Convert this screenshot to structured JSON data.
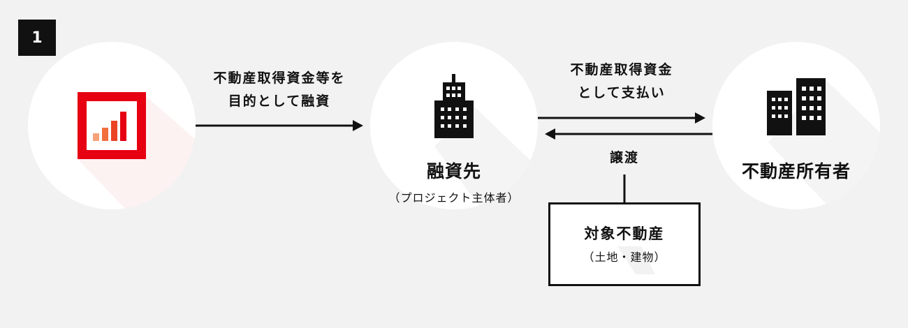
{
  "step": {
    "number": "1"
  },
  "nodes": {
    "lender": {
      "icon": "ranking-bars-logo-icon"
    },
    "borrower": {
      "label": "融資先",
      "sub": "（プロジェクト主体者）",
      "icon": "office-tower-icon"
    },
    "owner": {
      "label": "不動産所有者",
      "icon": "twin-buildings-icon"
    }
  },
  "edges": {
    "loan": {
      "line1": "不動産取得資金等を",
      "line2": "目的として融資"
    },
    "payment": {
      "line1": "不動産取得資金",
      "line2": "として支払い"
    },
    "transfer": {
      "label": "譲渡"
    }
  },
  "property": {
    "title": "対象不動産",
    "sub": "（土地・建物）"
  },
  "colors": {
    "background": "#f2f2f2",
    "ink": "#111111",
    "brand_red": "#e60012",
    "bar_shades": [
      "#f8a27a",
      "#f2703d",
      "#ea4424",
      "#e60012"
    ]
  }
}
